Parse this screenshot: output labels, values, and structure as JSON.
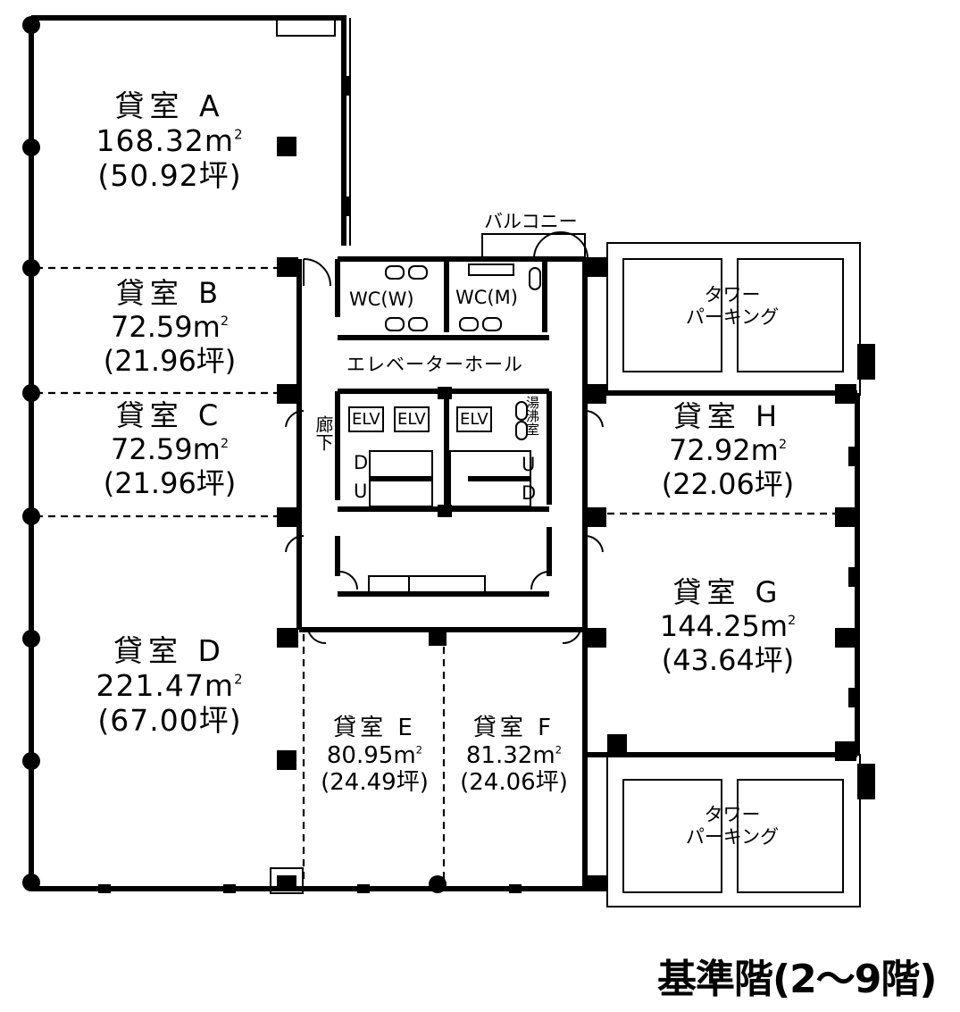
{
  "title": "基準階(2〜9階)",
  "rooms": {
    "A": {
      "name": "貸室 A",
      "area": "168.32m",
      "tsubo": "(50.92坪)"
    },
    "B": {
      "name": "貸室 B",
      "area": "72.59m",
      "tsubo": "(21.96坪)"
    },
    "C": {
      "name": "貸室 C",
      "area": "72.59m",
      "tsubo": "(21.96坪)"
    },
    "D": {
      "name": "貸室 D",
      "area": "221.47m",
      "tsubo": "(67.00坪)"
    },
    "E": {
      "name": "貸室 E",
      "area": "80.95m",
      "tsubo": "(24.49坪)"
    },
    "F": {
      "name": "貸室 F",
      "area": "81.32m",
      "tsubo": "(24.06坪)"
    },
    "G": {
      "name": "貸室 G",
      "area": "144.25m",
      "tsubo": "(43.64坪)"
    },
    "H": {
      "name": "貸室 H",
      "area": "72.92m",
      "tsubo": "(22.06坪)"
    }
  },
  "area_unit_sup": "2",
  "facilities": {
    "balcony": "バルコニー",
    "wc_women": "WC(W)",
    "wc_men": "WC(M)",
    "elevator_hall": "エレベーターホール",
    "elv": "ELV",
    "kitchenette": "湯沸室",
    "corridor": "廊下",
    "stair_down": "D",
    "stair_up": "U",
    "tower_parking": [
      "タワー",
      "パーキング"
    ]
  }
}
